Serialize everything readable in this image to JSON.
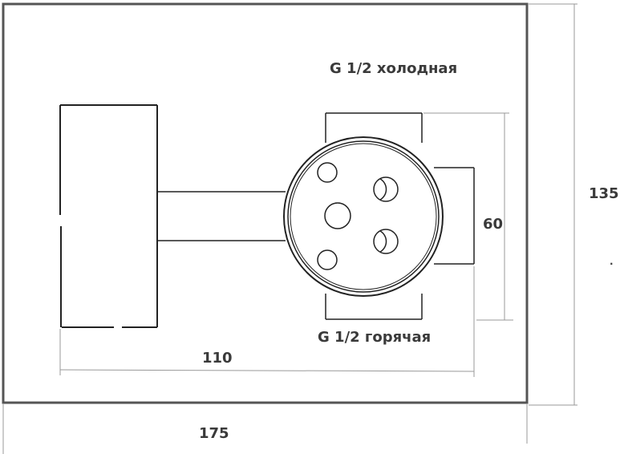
{
  "labels": {
    "cold_port": "G 1/2 холодная",
    "hot_port": "G 1/2 горячая",
    "dim_length": "110",
    "dim_body_height": "60",
    "dim_total_width": "175",
    "dim_total_height": "135",
    "stray_dot": "."
  },
  "colors": {
    "stroke": "#222222",
    "frame": "#555555",
    "dimension": "#999999",
    "text": "#3a3a3a",
    "background": "#ffffff"
  }
}
